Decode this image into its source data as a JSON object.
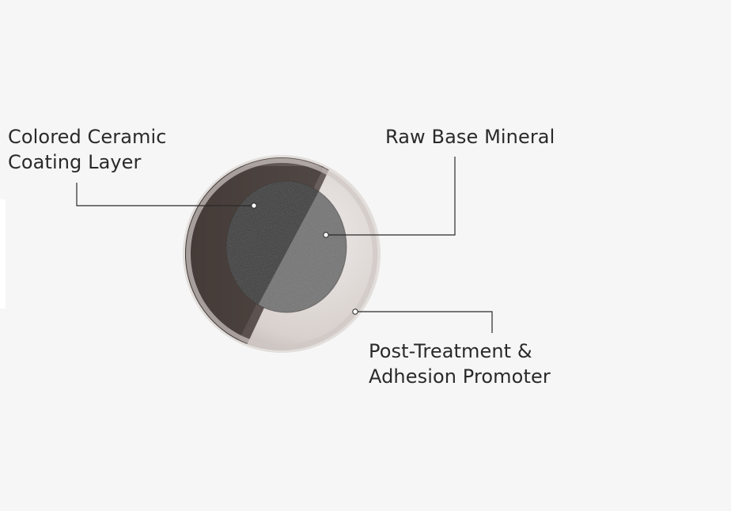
{
  "diagram": {
    "labels": {
      "coating": {
        "line1": "Colored Ceramic",
        "line2": "Coating Layer"
      },
      "mineral": {
        "line1": "Raw Base Mineral"
      },
      "post": {
        "line1": "Post-Treatment &",
        "line2": "Adhesion Promoter"
      }
    },
    "colors": {
      "background": "#f6f6f6",
      "outer_shell": "#d9d3d0",
      "coating_layer": "#5e5350",
      "mineral_core": "#5a5a5a",
      "leader_line": "#2a2a2a"
    }
  }
}
